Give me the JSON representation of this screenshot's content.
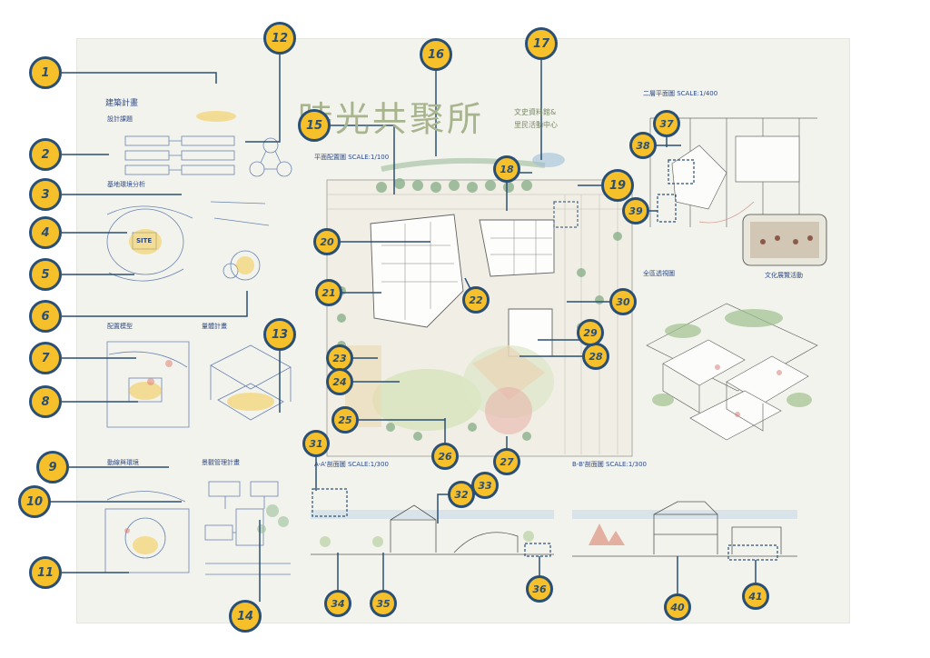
{
  "sheet": {
    "title": "時光共聚所",
    "subtitle_1": "文史資料館&",
    "subtitle_2": "里民活動中心"
  },
  "panels": {
    "plan_label": "建築計畫",
    "design_concept": "設計課題",
    "site_analysis": "基地環境分析",
    "layout_model": "配置模型",
    "mass_plan": "量體計畫",
    "circulation": "動線與環境",
    "landscape": "景觀管理計畫",
    "site_plan": "平面配置圖 SCALE:1/100",
    "second_floor": "二層平面圖 SCALE:1/400",
    "perspective": "全區透視圖",
    "section_aa": "A-A'剖面圖 SCALE:1/300",
    "section_bb": "B-B'剖面圖 SCALE:1/300",
    "site_tag": "SITE",
    "vignette_caption": "文化展覽活動"
  },
  "callouts": [
    "1",
    "2",
    "3",
    "4",
    "5",
    "6",
    "7",
    "8",
    "9",
    "10",
    "11",
    "12",
    "13",
    "14",
    "15",
    "16",
    "17",
    "18",
    "19",
    "20",
    "21",
    "22",
    "23",
    "24",
    "25",
    "26",
    "27",
    "28",
    "29",
    "30",
    "31",
    "32",
    "33",
    "34",
    "35",
    "36",
    "37",
    "38",
    "39",
    "40",
    "41"
  ]
}
